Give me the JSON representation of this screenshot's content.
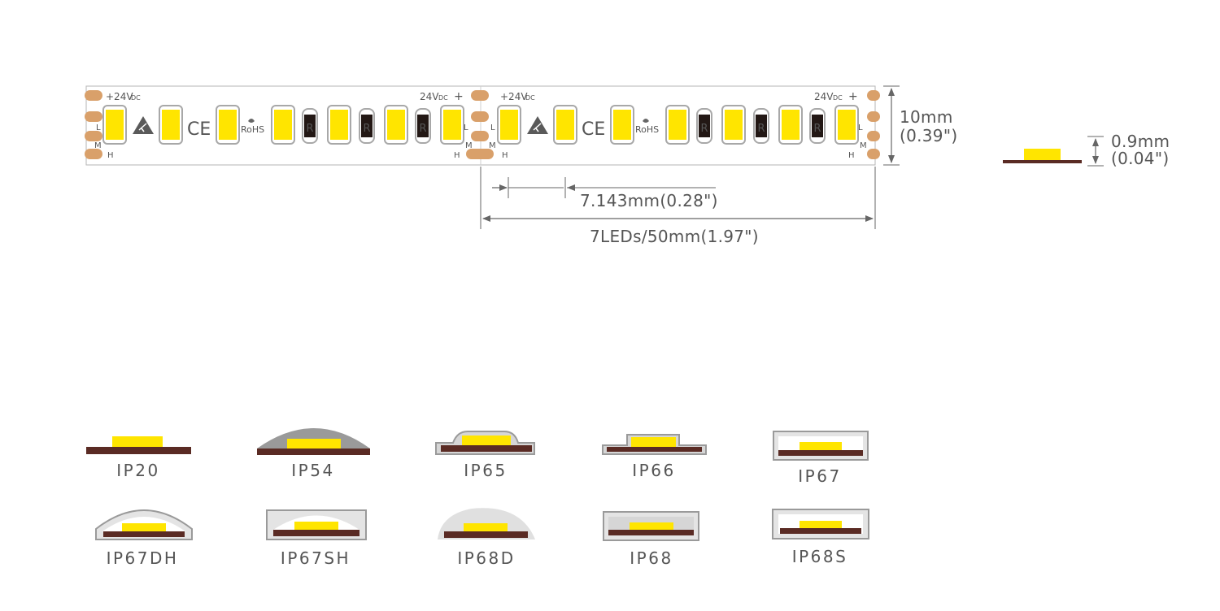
{
  "strip": {
    "voltage_label": "24V",
    "voltage_suffix": "DC",
    "plus_sign": "+",
    "cut_labels": [
      "L",
      "M",
      "H"
    ],
    "rohs_label": "RoHS",
    "ce_label": "CE",
    "resistor_label": "R",
    "width_mm": "10mm",
    "width_in": "(0.39\")",
    "thickness_mm": "0.9mm",
    "thickness_in": "(0.04\")",
    "pitch_label": "7.143mm(0.28\")",
    "segment_label": "7LEDs/50mm(1.97\")"
  },
  "ip_ratings": [
    "IP20",
    "IP54",
    "IP65",
    "IP66",
    "IP67",
    "IP67DH",
    "IP67SH",
    "IP68D",
    "IP68",
    "IP68S"
  ],
  "colors": {
    "led": "#FFE500",
    "pcb": "#5A2B24",
    "pad": "#D9A06A",
    "resistor": "#231815",
    "line": "#666666",
    "silicone": "#9A9A9A",
    "silicone_light": "#D6D6D6",
    "strip_border": "#B5B5B5"
  }
}
